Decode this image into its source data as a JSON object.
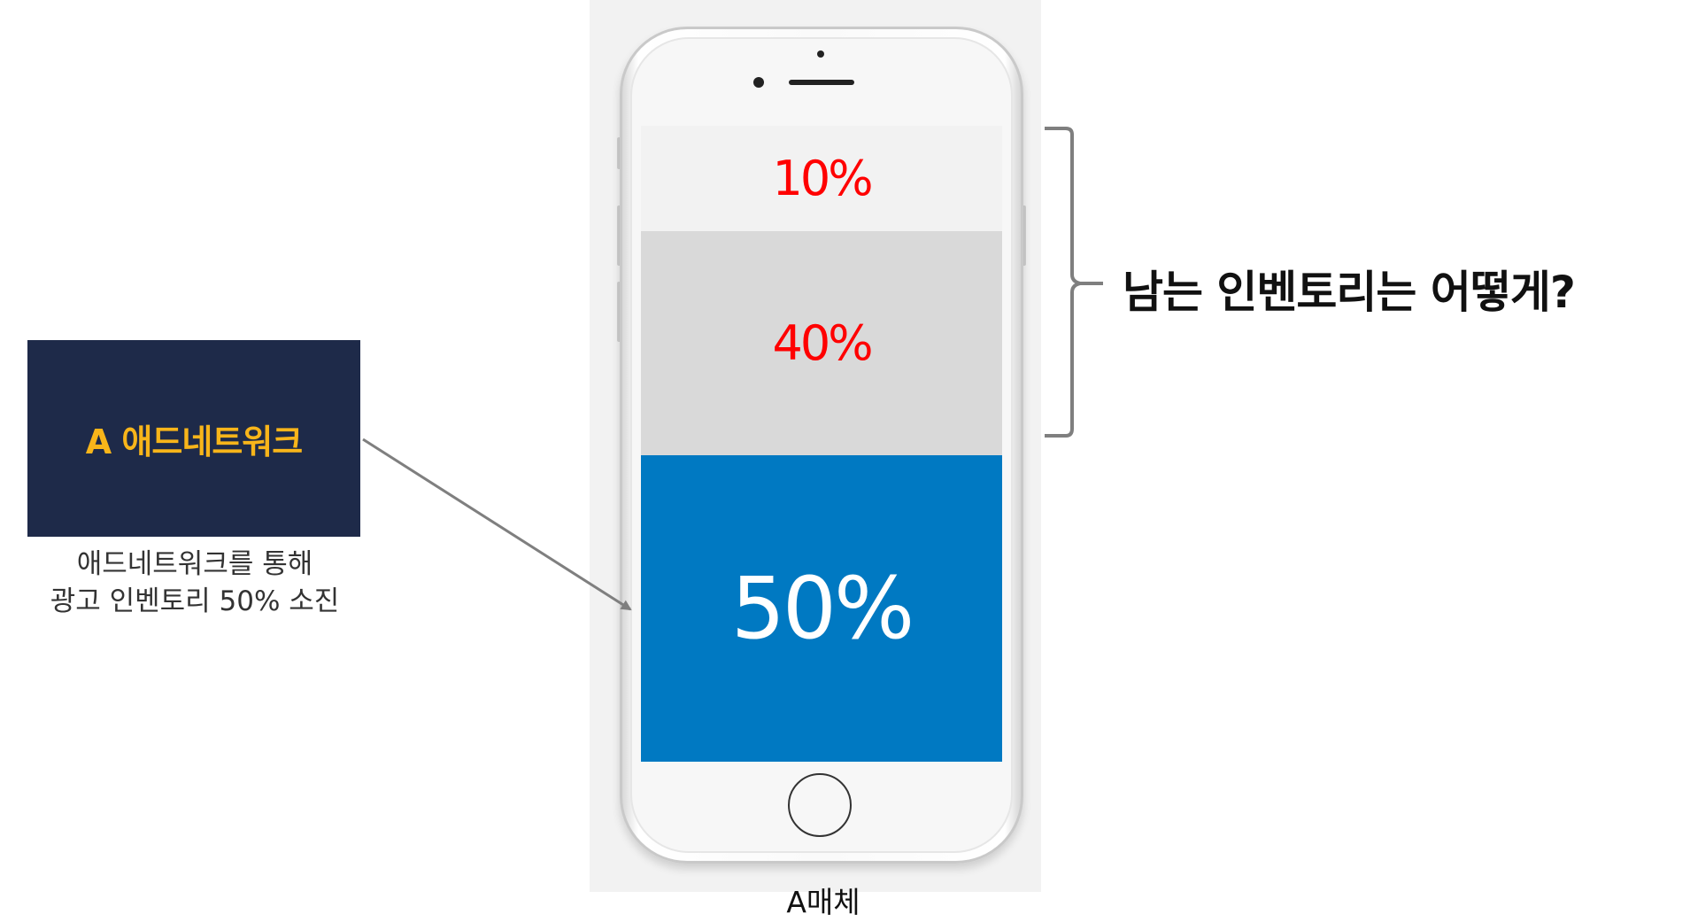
{
  "network": {
    "name": "A 애드네트워크",
    "caption_line1": "애드네트워크를 통해",
    "caption_line2": "광고 인벤토리 50% 소진"
  },
  "phone": {
    "caption": "A매체",
    "segments": [
      {
        "label": "10%",
        "share": 0.1,
        "color": "#f2f2f2",
        "text_color": "#ff0000"
      },
      {
        "label": "40%",
        "share": 0.4,
        "color": "#d9d9d9",
        "text_color": "#ff0000"
      },
      {
        "label": "50%",
        "share": 0.5,
        "color": "#0079c2",
        "text_color": "#ffffff"
      }
    ]
  },
  "question": "남는 인벤토리는 어떻게?",
  "colors": {
    "network_bg": "#1e2a49",
    "network_text": "#f8b51a",
    "accent_blue": "#0079c2",
    "bracket": "#7f7f7f",
    "arrow": "#7f7f7f"
  }
}
